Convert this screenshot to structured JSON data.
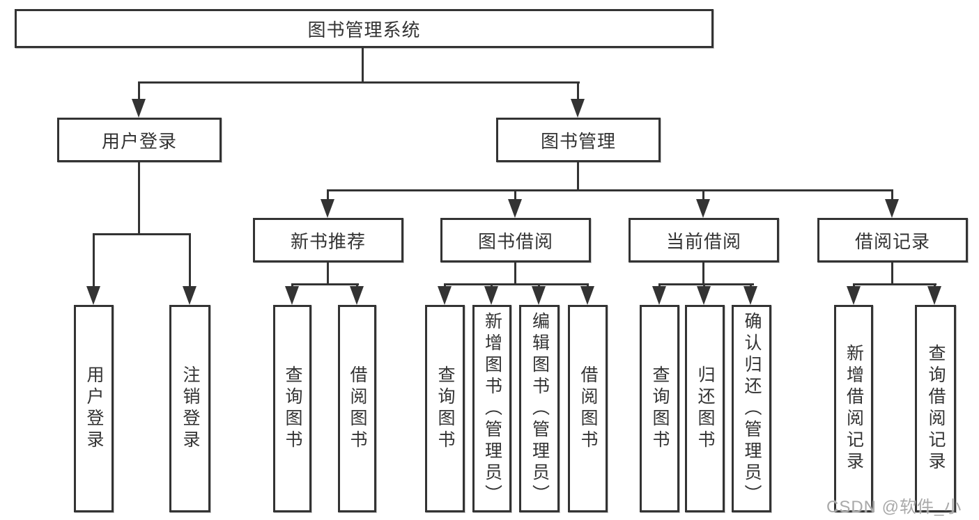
{
  "nodes": {
    "root": "图书管理系统",
    "l2": {
      "user_login": "用户登录",
      "book_mgmt": "图书管理"
    },
    "l3": {
      "new_book": "新书推荐",
      "book_borrow": "图书借阅",
      "current_borrow": "当前借阅",
      "borrow_record": "借阅记录"
    },
    "leaves": {
      "user_login": "用户登录",
      "logout": "注销登录",
      "nb_query": "查询图书",
      "nb_borrow": "借阅图书",
      "bb_query": "查询图书",
      "bb_add": "新增图书（管理员）",
      "bb_edit": "编辑图书（管理员）",
      "bb_borrow": "借阅图书",
      "cb_query": "查询图书",
      "cb_return": "归还图书",
      "cb_confirm": "确认归还（管理员）",
      "br_add": "新增借阅记录",
      "br_query": "查询借阅记录"
    }
  },
  "watermark": "CSDN @软件_小贺同学",
  "colors": {
    "line": "#333333",
    "text": "#333333",
    "watermark": "#a9a9a9",
    "background": "#ffffff"
  }
}
